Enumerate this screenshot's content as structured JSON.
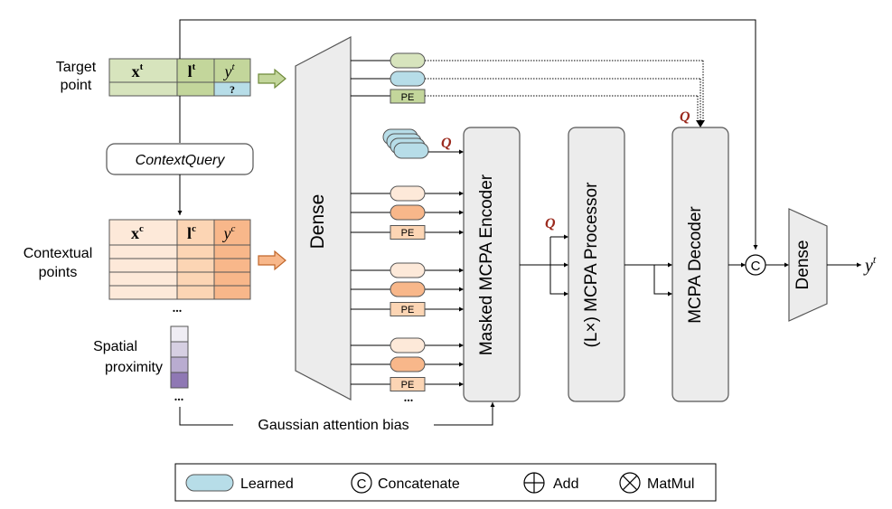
{
  "labels": {
    "target_point": [
      "Target",
      "point"
    ],
    "contextual_points": [
      "Contextual",
      "points"
    ],
    "spatial_proximity": [
      "Spatial",
      "proximity"
    ],
    "context_query": "ContextQuery",
    "gaussian_bias": "Gaussian attention bias",
    "dense": "Dense",
    "encoder": "Masked MCPA Encoder",
    "processor": "(L×) MCPA Processor",
    "decoder": "MCPA Decoder",
    "dense_out": "Dense",
    "output": "y",
    "output_sup": "t",
    "pe": "PE",
    "q": "Q",
    "ellipsis": "...",
    "concat_symbol": "C"
  },
  "target_table": {
    "x": "x",
    "x_sup": "t",
    "l": "l",
    "l_sup": "t",
    "y": "y",
    "y_sup": "t",
    "unknown": "?"
  },
  "context_table": {
    "x": "x",
    "x_sup": "c",
    "l": "l",
    "l_sup": "c",
    "y": "y",
    "y_sup": "c"
  },
  "legend": {
    "learned": "Learned",
    "concatenate": "Concatenate",
    "add": "Add",
    "matmul": "MatMul"
  },
  "colors": {
    "target_fill": "#d7e4bd",
    "target_dark": "#c3d69b",
    "target_query": "#b7dde8",
    "context_fill": "#fde9d9",
    "context_mid": "#fcd5b4",
    "context_dark": "#f8b78a",
    "learned": "#b7dde8",
    "block": "#ececec",
    "q_color": "#9b2a1e",
    "prox": [
      "#efedf4",
      "#d6cfe2",
      "#b9acd0",
      "#8f78b4"
    ]
  }
}
